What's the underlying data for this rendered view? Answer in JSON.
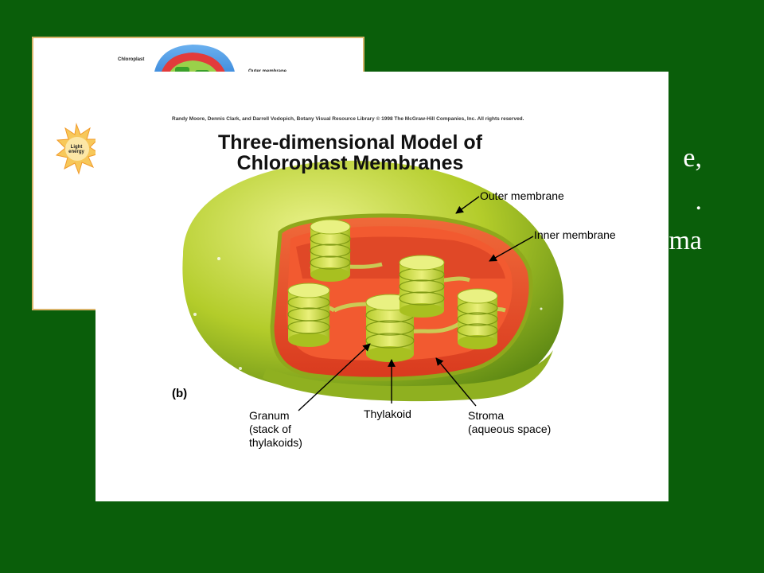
{
  "slide": {
    "background_color": "#0a5e0a",
    "text_fragments": [
      "e,",
      ".",
      "ma"
    ]
  },
  "back_figure": {
    "labels": {
      "chloroplast": "Chloroplast",
      "outer_membrane": "Outer membrane",
      "light_energy": "Light energy"
    }
  },
  "figure": {
    "credit": "Randy Moore, Dennis Clark, and Darrell Vodopich, Botany Visual Resource Library © 1998 The McGraw-Hill Companies, Inc. All rights reserved.",
    "title": "Three-dimensional Model of\nChloroplast Membranes",
    "panel_label": "(b)",
    "labels": {
      "outer_membrane": "Outer membrane",
      "inner_membrane": "Inner membrane",
      "thylakoid": "Thylakoid",
      "granum": "Granum\n(stack of\nthylakoids)",
      "stroma": "Stroma\n(aqueous space)"
    },
    "colors": {
      "outer": "#a6c62a",
      "inner": "#e8502a",
      "thylakoid": "#d6e35a"
    }
  }
}
